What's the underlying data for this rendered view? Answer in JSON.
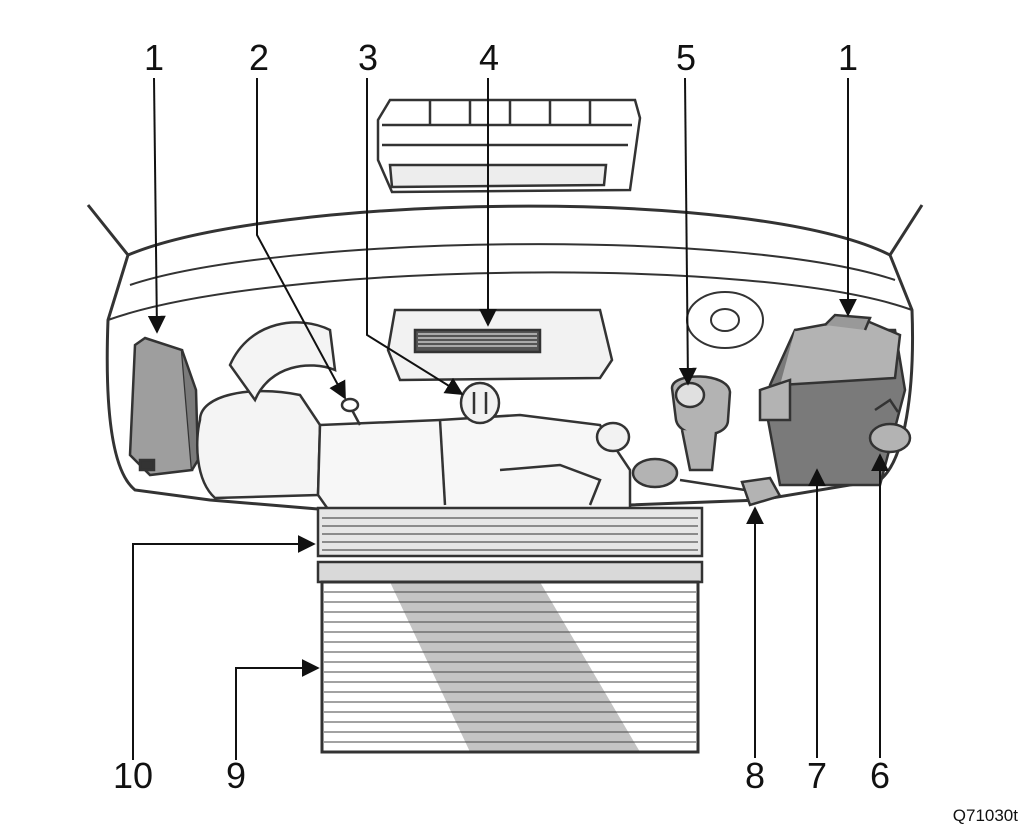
{
  "callouts": {
    "top": [
      "1",
      "2",
      "3",
      "4",
      "5",
      "1"
    ],
    "bottom": [
      "10",
      "9",
      "8",
      "7",
      "6"
    ]
  },
  "figure_code": "Q71030t",
  "colors": {
    "line": "#333333",
    "gray": "#b3b3b3",
    "dark_gray": "#7a7a7a",
    "light_fill": "#f2f2f2",
    "white": "#ffffff"
  }
}
